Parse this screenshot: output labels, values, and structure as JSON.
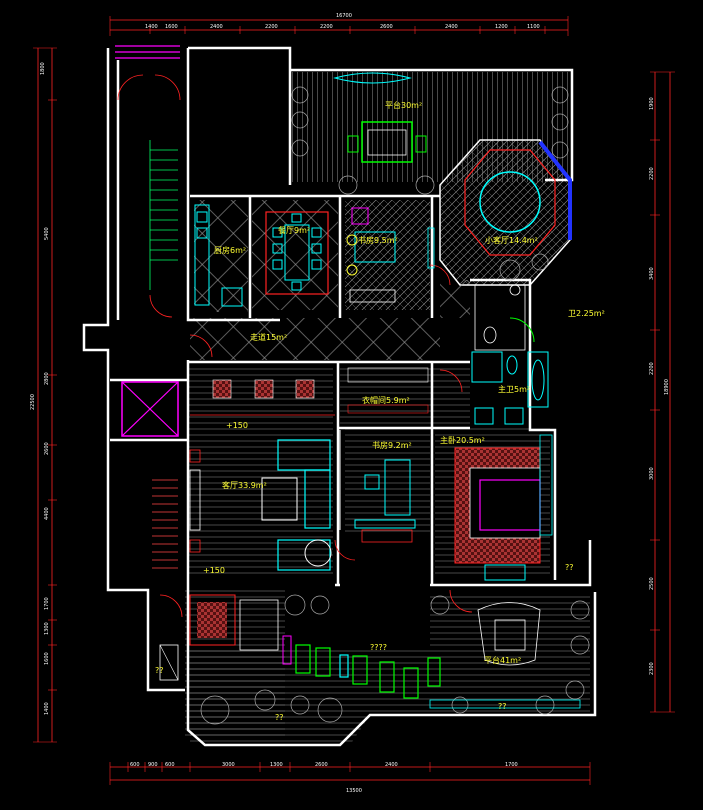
{
  "rooms": {
    "terrace_top": "平台30m²",
    "kitchen": "厨房6m²",
    "dining": "餐厅9m²",
    "study_top": "书房9.5m²",
    "small_hall": "小客厅14.4m²",
    "corridor": "走道15m²",
    "bath_small": "卫2.25m²",
    "closet": "衣帽间5.9m²",
    "main_bath": "主卫5m²",
    "living": "客厅33.9m²",
    "study": "书房9.2m²",
    "master_bed": "主卧20.5m²",
    "terrace_bottom": "平台41m²"
  },
  "marks": {
    "elev1": "+150",
    "elev2": "+150",
    "q1": "??",
    "q2": "??",
    "q3": "??",
    "q4": "????",
    "q5": "??"
  },
  "dims": {
    "top_total": "16700",
    "top_1": "1400",
    "top_2": "1600",
    "top_3": "2400",
    "top_4": "2200",
    "top_5": "2200",
    "top_6": "2600",
    "top_7": "2400",
    "top_8": "1200",
    "top_9": "1100",
    "bottom_total": "13500",
    "bottom_1": "600",
    "bottom_2": "900",
    "bottom_3": "600",
    "bottom_4": "3000",
    "bottom_5": "1300",
    "bottom_6": "2600",
    "bottom_7": "2400",
    "bottom_8": "1700",
    "left_total": "22500",
    "left_1": "1800",
    "left_2": "5400",
    "left_3": "2800",
    "left_4": "2600",
    "left_5": "4400",
    "left_6": "1700",
    "left_7": "1300",
    "left_8": "1600",
    "left_9": "1400",
    "right_total": "18900",
    "right_1": "1900",
    "right_2": "2200",
    "right_3": "3400",
    "right_4": "2200",
    "right_5": "3000",
    "right_6": "2500",
    "right_7": "2300"
  },
  "colors": {
    "background": "#000000",
    "wall": "#ffffff",
    "dimension": "#ff2222",
    "label": "#ffff33",
    "fixture": "#00ffff",
    "furniture": "#00ff00",
    "accent": "#ff00ff",
    "floor_hatch": "#8a8a8a"
  }
}
